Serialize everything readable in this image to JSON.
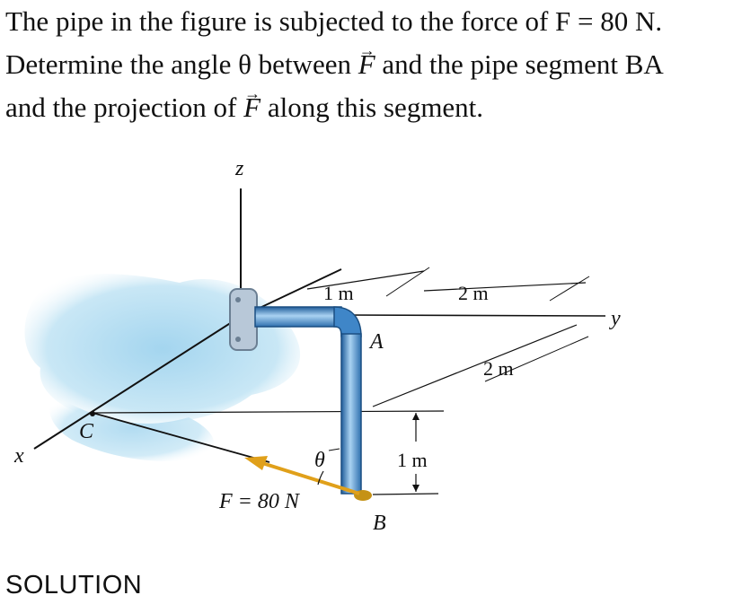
{
  "problem": {
    "line1": "The pipe in the figure is subjected to the force of F = 80 N.",
    "line2_pre": "Determine the angle θ between ",
    "line2_vec": "F",
    "line2_post": " and the pipe segment BA",
    "line3_pre": "and the projection of ",
    "line3_vec": "F",
    "line3_post": " along this segment."
  },
  "figure": {
    "labels": {
      "z": "z",
      "y": "y",
      "x": "x",
      "A": "A",
      "B": "B",
      "C": "C",
      "theta": "θ",
      "dim_1m_top": "1 m",
      "dim_2m_top": "2 m",
      "dim_2m_side": "2 m",
      "dim_1m_vertical": "1 m",
      "force": "F = 80 N"
    },
    "colors": {
      "pipe": "#3f86c8",
      "pipe_highlight": "#a9d2f2",
      "wall": "#c3e4f3",
      "force_arrow": "#e0a01a",
      "lines": "#111111"
    }
  },
  "solution_label": "SOLUTION"
}
